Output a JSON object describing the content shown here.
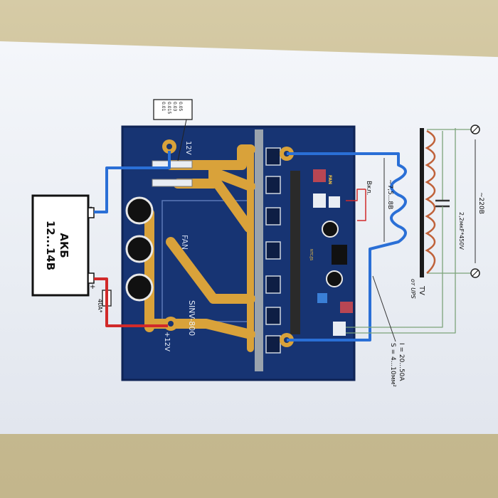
{
  "battery": {
    "name": "АКБ",
    "voltage": "12...14В",
    "plus": "+",
    "minus": "-"
  },
  "fuse": {
    "rating": "40A*"
  },
  "resistor_values": [
    "0.05",
    "0.03",
    "0.015",
    "0.01"
  ],
  "board": {
    "model": "SINV-800",
    "fan_area": "FAN",
    "top_terminal": "12V",
    "bottom_terminal": "+12V",
    "fan_connector": "FAN",
    "relay_label": "NTC/JS"
  },
  "switch": {
    "label": "Вкл."
  },
  "transformer": {
    "secondary_voltage": "~7,5...8В",
    "name": "TV",
    "source": "от UPS"
  },
  "capacitor": {
    "value": "2,2мкF*450V"
  },
  "mains": {
    "voltage": "~220В"
  },
  "wire_spec": {
    "current": "I = 20...50A",
    "section": "S = 4...10мм²"
  },
  "colors": {
    "board": "#1c3a7a",
    "copper": "#d9a23a",
    "wire_blue": "#2a6fd6",
    "wire_red": "#d12a2a",
    "coil": "#c0623a"
  }
}
